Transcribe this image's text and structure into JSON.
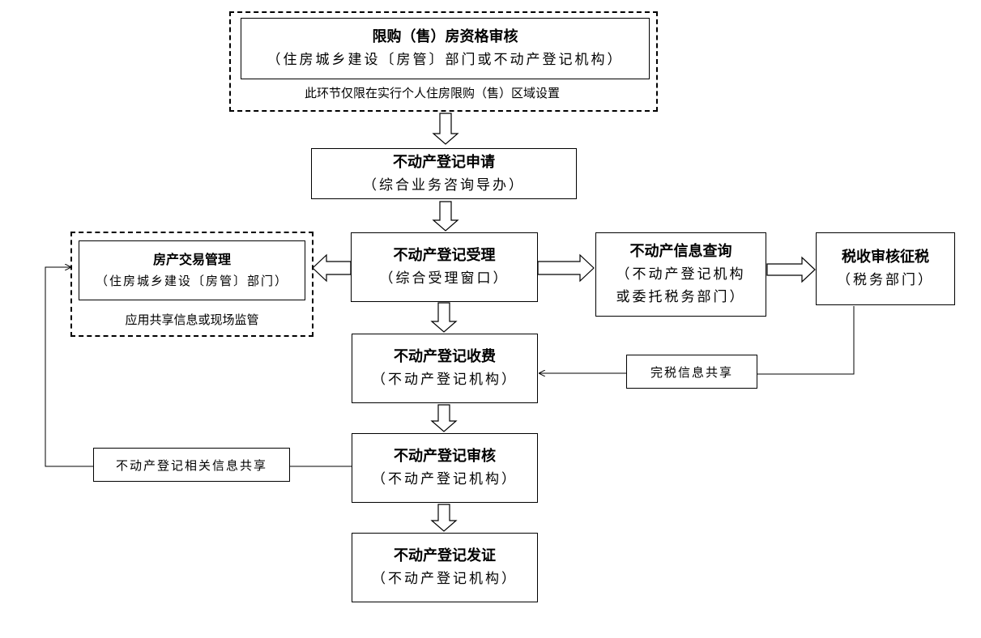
{
  "restriction": {
    "title": "限购（售）房资格审核",
    "sub": "（住房城乡建设〔房管〕部门或不动产登记机构）",
    "note": "此环节仅限在实行个人住房限购（售）区域设置"
  },
  "apply": {
    "title": "不动产登记申请",
    "sub": "（综合业务咨询导办）"
  },
  "accept": {
    "title": "不动产登记受理",
    "sub": "（综合受理窗口）"
  },
  "housing": {
    "title": "房产交易管理",
    "sub": "（住房城乡建设〔房管〕部门）",
    "note": "应用共享信息或现场监管"
  },
  "query": {
    "title": "不动产信息查询",
    "sub1": "（不动产登记机构",
    "sub2": "或委托税务部门）"
  },
  "tax": {
    "title": "税收审核征税",
    "sub": "（税务部门）"
  },
  "fee": {
    "title": "不动产登记收费",
    "sub": "（不动产登记机构）"
  },
  "review": {
    "title": "不动产登记审核",
    "sub": "（不动产登记机构）"
  },
  "issue": {
    "title": "不动产登记发证",
    "sub": "（不动产登记机构）"
  },
  "labels": {
    "tax_share": "完税信息共享",
    "registry_share": "不动产登记相关信息共享"
  }
}
